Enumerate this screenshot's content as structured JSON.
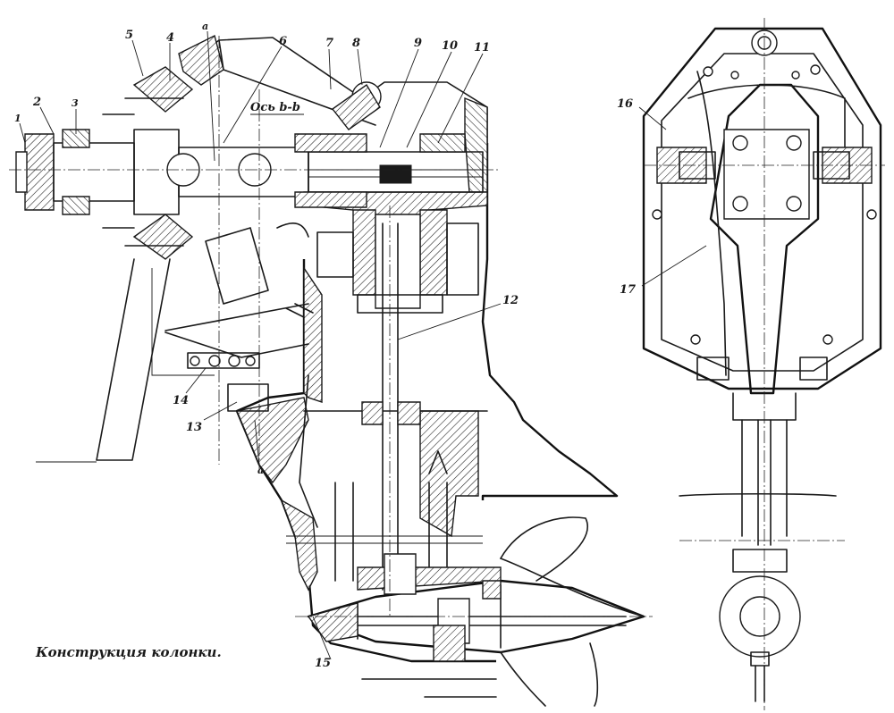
{
  "caption": "Конструкция колонки.",
  "section_label": "Ось b-b",
  "section_marks": {
    "top": "a",
    "bottom": "a"
  },
  "callouts": [
    "1",
    "2",
    "3",
    "4",
    "5",
    "6",
    "7",
    "8",
    "9",
    "10",
    "11",
    "12",
    "13",
    "14",
    "15",
    "16",
    "17"
  ]
}
